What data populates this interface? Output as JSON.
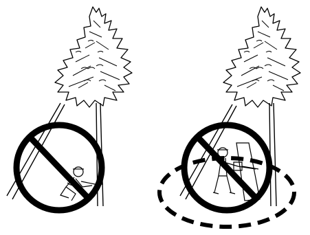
{
  "figure": {
    "description_panels": [
      {
        "id": "left",
        "icon": "prohibition-sign-icon",
        "subject": "crouching-worker-illustration"
      },
      {
        "id": "right",
        "icon": "prohibition-sign-icon",
        "subject": "standing-worker-with-chainsaw-illustration",
        "zone": "danger-zone-dashed-ellipse"
      }
    ],
    "colors": {
      "ink": "#000000",
      "background": "#ffffff"
    }
  }
}
